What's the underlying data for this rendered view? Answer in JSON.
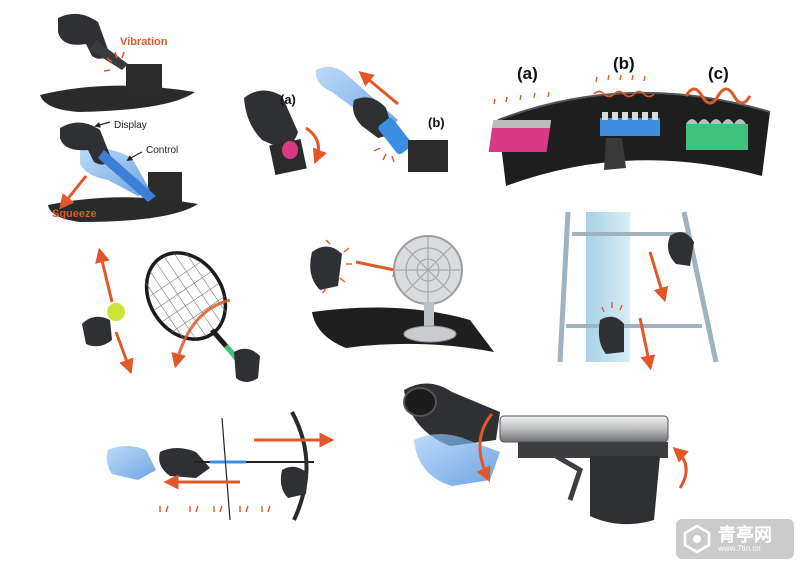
{
  "labels": {
    "vibration": "Vibration",
    "display": "Display",
    "control": "Control",
    "squeeze": "Squeeze",
    "grab_a": "(a)",
    "grab_b": "(b)",
    "texture_a": "(a)",
    "texture_b": "(b)",
    "texture_c": "(c)"
  },
  "watermark": {
    "text": "青亭网",
    "sub": "www.7tin.cn"
  },
  "colors": {
    "accent": "#e0582a",
    "controller_dark": "#2f3033",
    "ghost_blue": "#7fb6ee",
    "surface": "#2a2a2a",
    "texture_pink": "#d83a86",
    "texture_blue": "#3e8ee0",
    "texture_green": "#3fc27d"
  }
}
